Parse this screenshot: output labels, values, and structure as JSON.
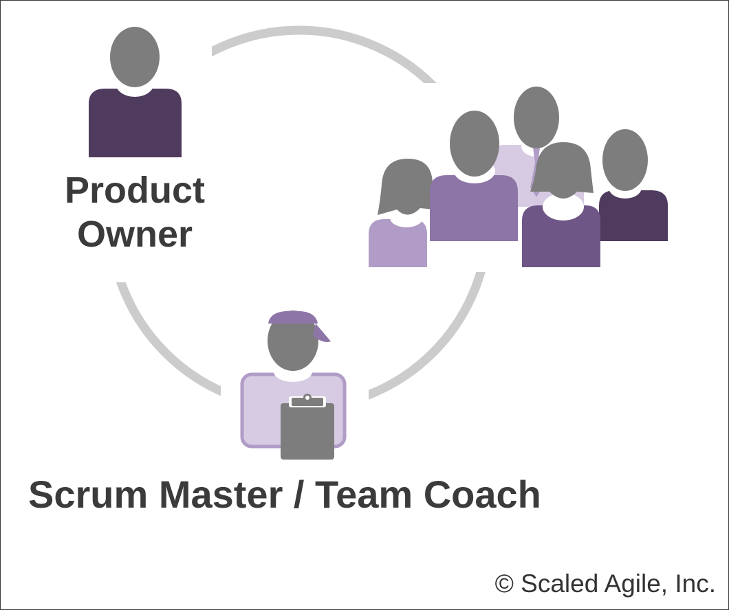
{
  "roles": {
    "product_owner": {
      "line1": "Product",
      "line2": "Owner"
    },
    "scrum_master": {
      "label": "Scrum Master / Team Coach"
    },
    "agile_team": {
      "icon": "team-group-icon"
    }
  },
  "footer": {
    "copyright": "© Scaled Agile, Inc."
  },
  "colors": {
    "ring": "#cccccc",
    "head": "#7d7d7d",
    "dark_purple": "#4f3b5e",
    "medium_purple": "#8e75a8",
    "light_purple": "#b09cc6",
    "pale_purple": "#d6cbe3",
    "text": "#3b3b3b"
  }
}
